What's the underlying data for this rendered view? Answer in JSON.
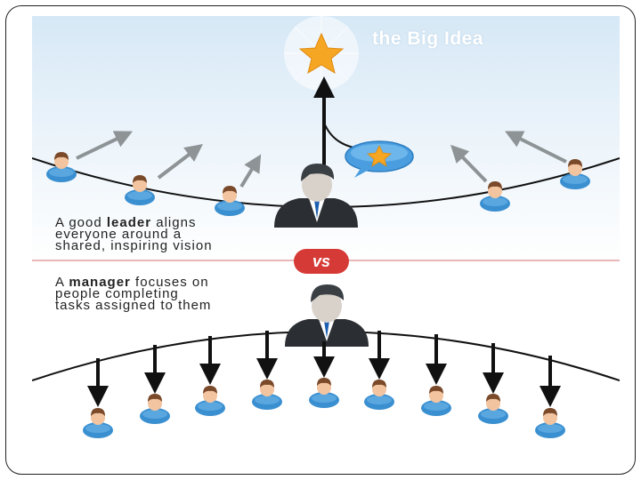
{
  "diagram": {
    "title": "the Big Idea",
    "vs_label": "vs",
    "leader_caption": {
      "prefix": "A good ",
      "keyword": "leader",
      "suffix": " aligns\neveryone around a\nshared, inspiring vision"
    },
    "manager_caption": {
      "prefix": "A ",
      "keyword": "manager",
      "suffix": " focuses on\npeople completing\ntasks assigned to them"
    },
    "colors": {
      "star": "#f5a623",
      "vs_badge": "#d63a36",
      "gray_arrow": "#8e9396",
      "black_arrow": "#111111",
      "suit": "#2b2f33",
      "person_shirt": "#3a8fd0",
      "person_skin": "#f2c4a0",
      "person_hair": "#7a4a2a"
    }
  }
}
